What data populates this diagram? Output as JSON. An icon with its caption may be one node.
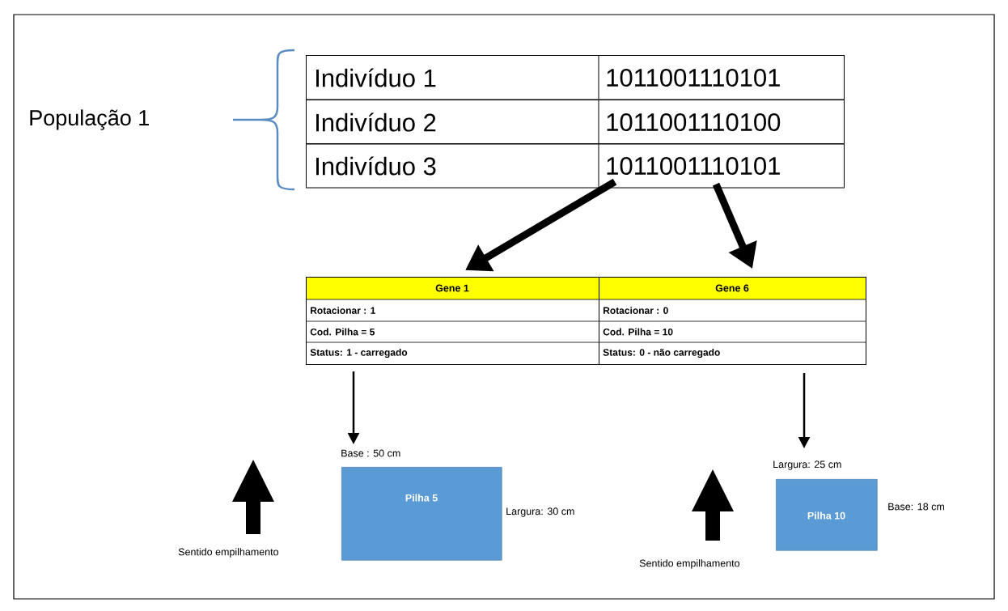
{
  "diagram": {
    "nodes": [
      {
        "text": [
          "Indivíduo 1",
          "1011001110101"
        ]
      },
      {
        "text": [
          "Indivíduo 2",
          "1011001110100"
        ]
      },
      {
        "text": [
          "Indivíduo 3",
          "1011001110101"
        ]
      },
      {
        "text": [
          "Gene 1",
          "Rotacionar : 1",
          "Cod. Pilha = 5",
          "Status:  1 - carregado"
        ]
      },
      {
        "text": [
          "Gene 6",
          "Rotacionar : 0",
          "Cod. Pilha = 10",
          "Status:  0 - não carregado"
        ]
      },
      {
        "text": [
          "Pilha 5"
        ],
        "beside": [
          "Base : 50 cm",
          "Largura: 30 cm"
        ]
      },
      {
        "text": [
          "Pilha 10"
        ],
        "beside": [
          "Largura: 25 cm",
          "Base: 18 cm"
        ]
      }
    ],
    "edges": [
      {
        "from": 2,
        "to": 3,
        "arrow": "to",
        "style": "thick"
      },
      {
        "from": 2,
        "to": 4,
        "arrow": "to",
        "style": "thick"
      },
      {
        "from": 3,
        "to": 5,
        "arrow": "to"
      },
      {
        "from": 4,
        "to": 6,
        "arrow": "to"
      }
    ],
    "labels": [
      "População 1",
      "Sentido empilhamento",
      "Sentido empilhamento"
    ]
  }
}
